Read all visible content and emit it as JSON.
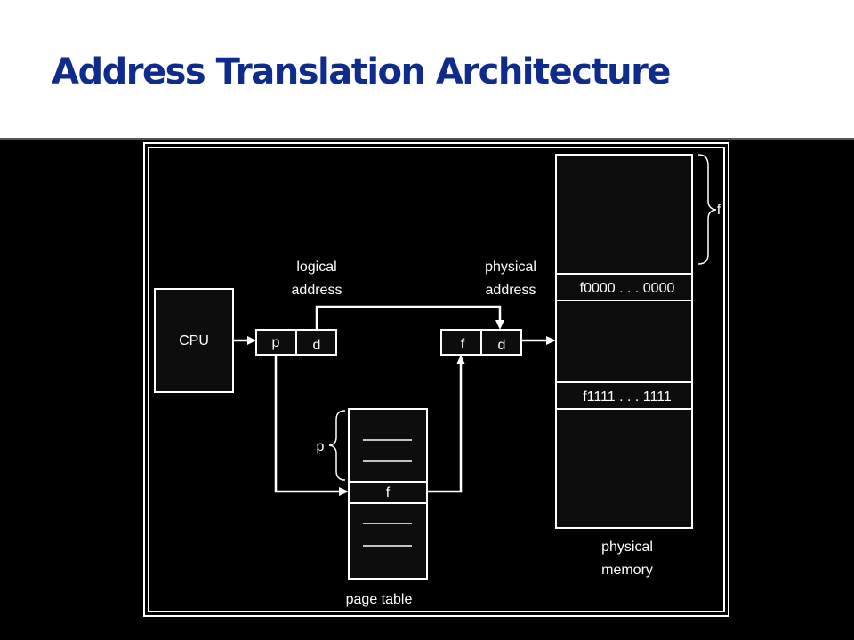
{
  "slide": {
    "title": "Address Translation Architecture"
  },
  "diagram": {
    "cpu_label": "CPU",
    "logical_address_label": [
      "logical",
      "address"
    ],
    "logical_fields": [
      "p",
      "d"
    ],
    "physical_address_label": [
      "physical",
      "address"
    ],
    "physical_fields": [
      "f",
      "d"
    ],
    "page_table_entry": "f",
    "page_table_brace_label": "p",
    "page_table_label": "page table",
    "memory_brace_label": "f",
    "memory_frame_start": "f0000 . . . 0000",
    "memory_frame_end": "f1111 . . . 1111",
    "physical_memory_label": [
      "physical",
      "memory"
    ]
  },
  "colors": {
    "title": "#0f2b8c",
    "diagram_background": "#000000",
    "diagram_lines": "#ffffff"
  }
}
